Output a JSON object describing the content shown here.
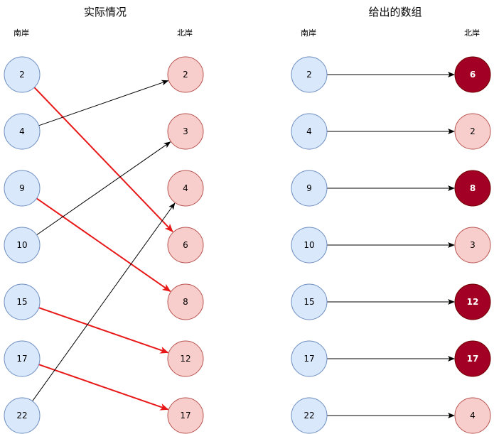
{
  "left_panel": {
    "title": "实际情况",
    "south_label": "南岸",
    "north_label": "北岸",
    "south_nodes": [
      "2",
      "4",
      "9",
      "10",
      "15",
      "17",
      "22"
    ],
    "north_nodes": [
      "2",
      "3",
      "4",
      "6",
      "8",
      "12",
      "17"
    ],
    "edges": [
      {
        "from": 0,
        "to": 3,
        "highlight": true
      },
      {
        "from": 1,
        "to": 0,
        "highlight": false
      },
      {
        "from": 2,
        "to": 4,
        "highlight": true
      },
      {
        "from": 3,
        "to": 1,
        "highlight": false
      },
      {
        "from": 4,
        "to": 5,
        "highlight": true
      },
      {
        "from": 5,
        "to": 6,
        "highlight": true
      },
      {
        "from": 6,
        "to": 2,
        "highlight": false
      }
    ]
  },
  "right_panel": {
    "title": "给出的数组",
    "south_label": "南岸",
    "north_label": "北岸",
    "south_nodes": [
      "2",
      "4",
      "9",
      "10",
      "15",
      "17",
      "22"
    ],
    "north_nodes": [
      "6",
      "2",
      "8",
      "3",
      "12",
      "17",
      "4"
    ],
    "north_highlight": [
      true,
      false,
      true,
      false,
      true,
      true,
      false
    ]
  },
  "colors": {
    "south_fill": "#dae8fc",
    "south_stroke": "#6c8ebf",
    "north_fill": "#f8cecc",
    "north_stroke": "#b85450",
    "highlight_fill": "#a20025",
    "highlight_stroke": "#6f0000",
    "red_edge": "#e81818",
    "black_edge": "#000000"
  }
}
